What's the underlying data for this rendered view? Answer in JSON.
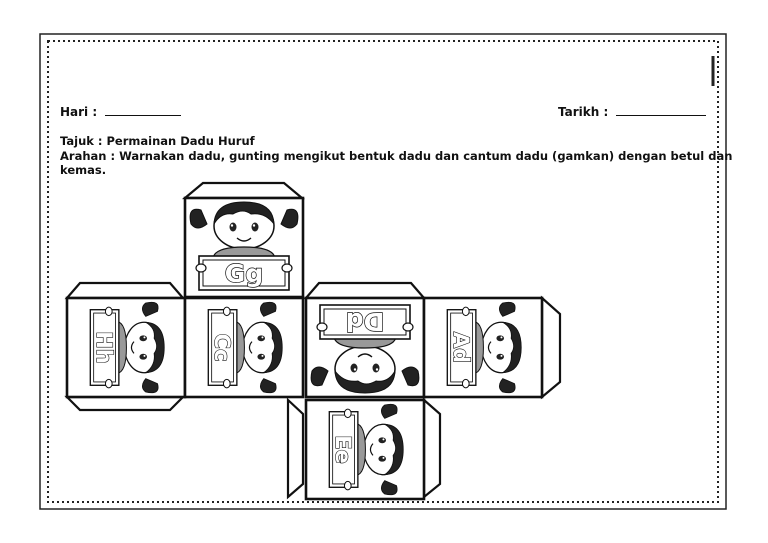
{
  "worksheet": {
    "hari_label": "Hari :",
    "tarikh_label": "Tarikh :",
    "tajuk": "Tajuk : Permainan Dadu Huruf",
    "arahan_line1": "Arahan : Warnakan dadu, gunting mengikut bentuk dadu dan cantum dadu (gamkan) dengan betul dan",
    "arahan_line2": "kemas."
  },
  "dice_faces": [
    {
      "letters": "Gg",
      "icon": "girl-holding-sign-icon"
    },
    {
      "letters": "Hh",
      "icon": "girl-holding-sign-icon"
    },
    {
      "letters": "Cc",
      "icon": "girl-holding-sign-icon"
    },
    {
      "letters": "Dd",
      "icon": "girl-holding-sign-icon"
    },
    {
      "letters": "Ad",
      "icon": "girl-holding-sign-icon"
    },
    {
      "letters": "Ee",
      "icon": "girl-holding-sign-icon"
    }
  ],
  "colors": {
    "ink": "#111111",
    "paper": "#ffffff"
  }
}
